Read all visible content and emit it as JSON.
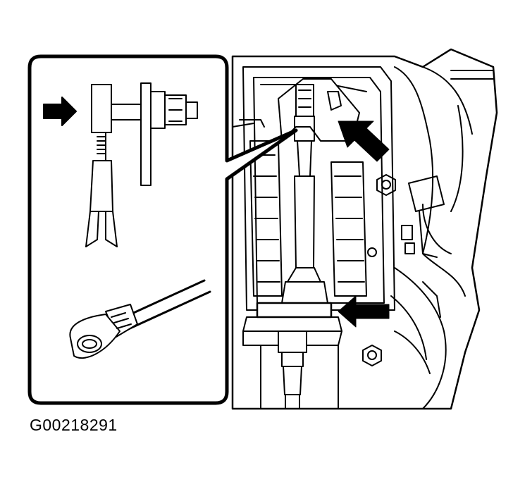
{
  "figure": {
    "id_label": "G00218291",
    "line_color": "#000000",
    "background_color": "#ffffff"
  },
  "callouts": [
    {
      "name": "inset-detail-arrow",
      "direction": "right"
    },
    {
      "name": "upper-nut-arrow",
      "direction": "up-left"
    },
    {
      "name": "lower-bracket-arrow",
      "direction": "left"
    }
  ]
}
